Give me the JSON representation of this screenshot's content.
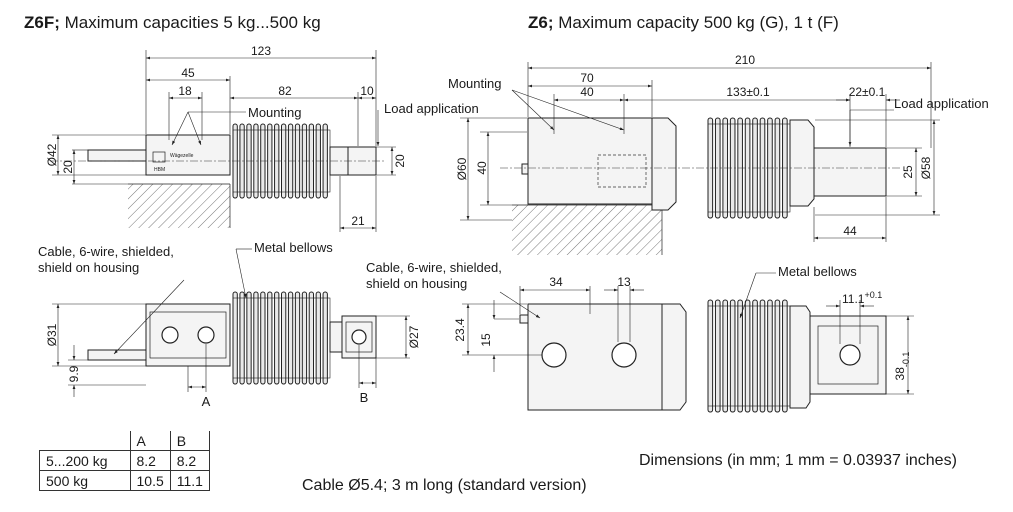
{
  "titles": {
    "z6f_bold": "Z6F;",
    "z6f_rest": "Maximum capacities 5 kg...500 kg",
    "z6_bold": "Z6;",
    "z6_rest": "Maximum capacity 500 kg (G), 1 t (F)"
  },
  "labels": {
    "mounting": "Mounting",
    "load_application": "Load application",
    "metal_bellows": "Metal bellows",
    "cable_line1": "Cable, 6-wire, shielded,",
    "cable_line2": "shield on housing",
    "sticker_brand": "HBM",
    "sticker_text": "Wägezelle",
    "a": "A",
    "b": "B"
  },
  "z6f_dims": {
    "d123": "123",
    "d45": "45",
    "d18": "18",
    "d82": "82",
    "d10": "10",
    "d42": "Ø42",
    "d20_left": "20",
    "d20_right": "20",
    "d21": "21",
    "d31": "Ø31",
    "d9_9": "9.9",
    "d27": "Ø27"
  },
  "z6_dims": {
    "d210": "210",
    "d70": "70",
    "d40_top": "40",
    "d133": "133±0.1",
    "d22": "22±0.1",
    "d60": "Ø60",
    "d40_left": "40",
    "d25": "25",
    "d58": "Ø58",
    "d44": "44",
    "d34": "34",
    "d13": "13",
    "d23_4": "23.4",
    "d15": "15",
    "d11_1": "11.1",
    "d11_1_tol": "+0.1",
    "d38": "38",
    "d38_tol": "-0.1"
  },
  "table": {
    "headers": [
      "",
      "A",
      "B"
    ],
    "rows": [
      [
        "5...200 kg",
        "8.2",
        "8.2"
      ],
      [
        "500 kg",
        "10.5",
        "11.1"
      ]
    ]
  },
  "notes": {
    "cable": "Cable Ø5.4; 3 m long (standard version)",
    "units": "Dimensions (in mm; 1 mm = 0.03937 inches)"
  }
}
